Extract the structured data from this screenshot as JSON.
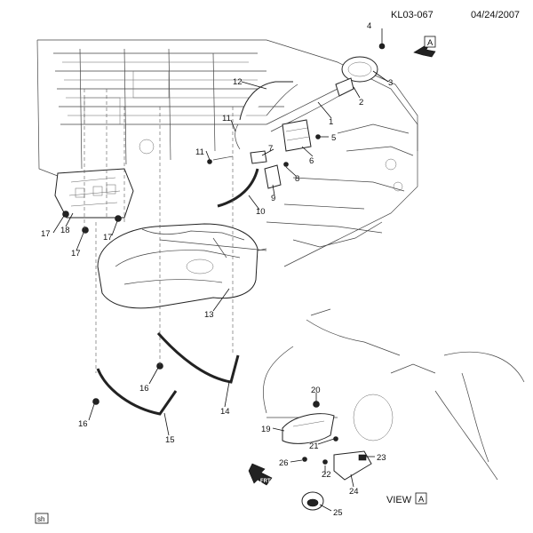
{
  "header": {
    "diagram_id": "KL03-067",
    "date": "04/24/2007"
  },
  "view_marker": {
    "letter": "A"
  },
  "view_caption": {
    "text": "VIEW",
    "letter": "A"
  },
  "footer": {
    "tag": "sh"
  },
  "frt_label": "FRT",
  "callouts": [
    "1",
    "2",
    "3",
    "4",
    "5",
    "6",
    "7",
    "8",
    "9",
    "10",
    "11",
    "11",
    "12",
    "13",
    "14",
    "15",
    "16",
    "16",
    "17",
    "17",
    "17",
    "18",
    "19",
    "20",
    "21",
    "22",
    "23",
    "24",
    "25",
    "26"
  ]
}
